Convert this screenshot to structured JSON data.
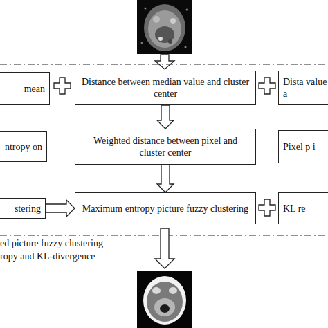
{
  "diagram": {
    "nodes": [
      {
        "text": [
          "mean"
        ]
      },
      {
        "text": [
          "Distance between median value and cluster center"
        ]
      },
      {
        "text": [
          "Dista value a"
        ]
      },
      {
        "text": [
          "ntropy on"
        ]
      },
      {
        "text": [
          "Weighted distance between pixel and cluster center"
        ]
      },
      {
        "text": [
          "Pixel p i"
        ]
      },
      {
        "text": [
          "stering"
        ]
      },
      {
        "text": [
          "Maximum entropy picture fuzzy clustering"
        ]
      },
      {
        "text": [
          "KL re"
        ]
      }
    ],
    "edges": [
      {
        "from": 1,
        "to": 4,
        "arrow": "to"
      },
      {
        "from": 4,
        "to": 7,
        "arrow": "to"
      },
      {
        "from": 6,
        "to": 7,
        "arrow": "to"
      }
    ],
    "labels": [
      "ed picture fuzzy clustering",
      "ropy and KL-divergence"
    ]
  }
}
